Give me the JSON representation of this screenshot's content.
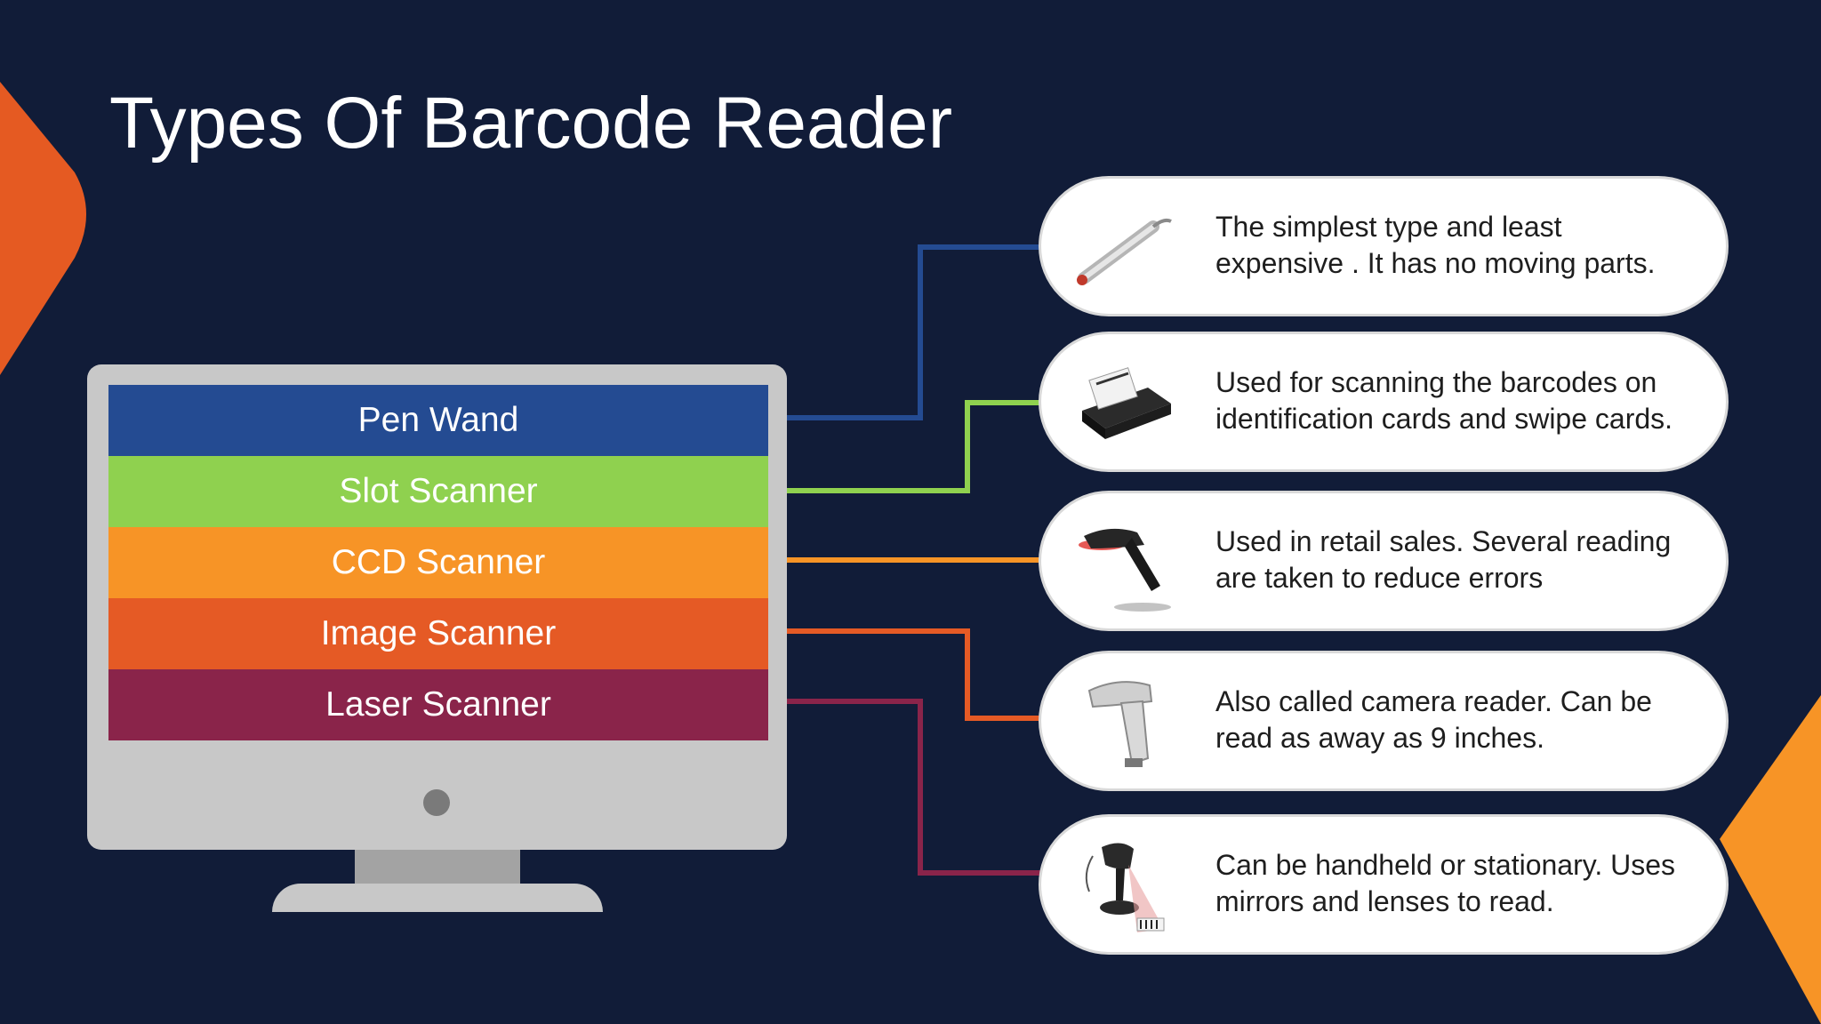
{
  "slide": {
    "title": "Types Of Barcode Reader"
  },
  "colors": {
    "background": "#111c38",
    "accent_orange": "#e55a22",
    "accent_yellow_orange": "#f79426",
    "pen_wand": "#244b92",
    "slot_scanner": "#8fd14f",
    "ccd_scanner": "#f79426",
    "image_scanner": "#e55a25",
    "laser_scanner": "#8a244a"
  },
  "scanner_types": [
    {
      "label": "Pen Wand",
      "color": "#244b92"
    },
    {
      "label": "Slot Scanner",
      "color": "#8fd14f"
    },
    {
      "label": "CCD Scanner",
      "color": "#f79426"
    },
    {
      "label": "Image Scanner",
      "color": "#e55a25"
    },
    {
      "label": "Laser Scanner",
      "color": "#8a244a"
    }
  ],
  "descriptions": [
    {
      "line1": "The simplest type and least",
      "line2": "expensive . It has no moving parts.",
      "icon": "pen-wand-icon"
    },
    {
      "line1": "Used for scanning the barcodes on",
      "line2": "identification cards and swipe cards.",
      "icon": "slot-scanner-icon"
    },
    {
      "line1": "Used in retail sales. Several reading",
      "line2": "are taken to reduce errors",
      "icon": "ccd-scanner-icon"
    },
    {
      "line1": "Also called camera reader. Can be",
      "line2": "read as away as 9 inches.",
      "icon": "image-scanner-icon"
    },
    {
      "line1": "Can be handheld or stationary. Uses",
      "line2": "mirrors and lenses to read.",
      "icon": "laser-scanner-icon"
    }
  ]
}
